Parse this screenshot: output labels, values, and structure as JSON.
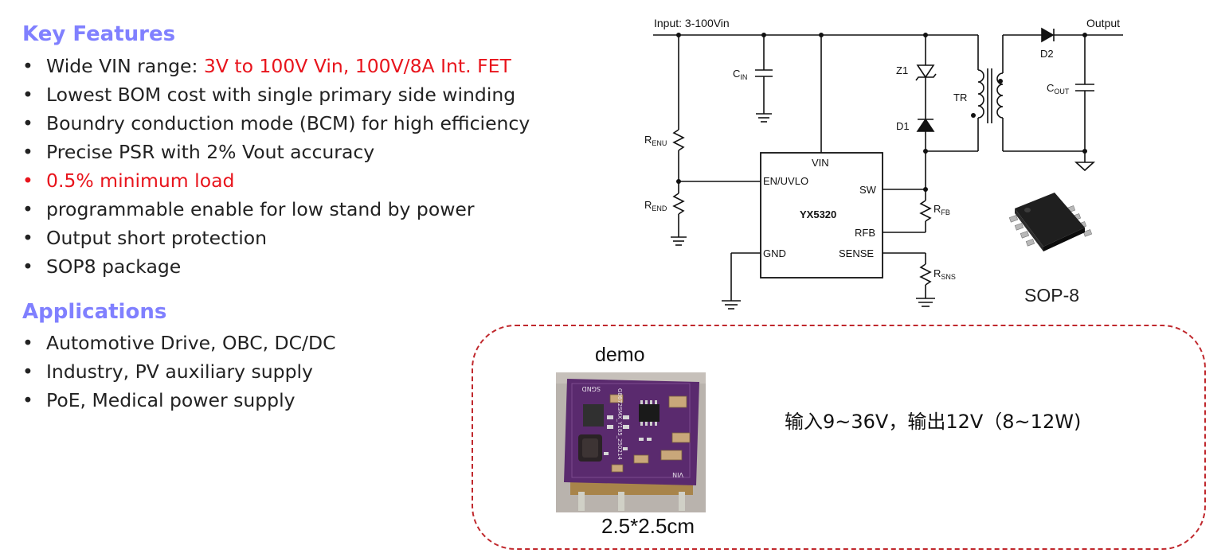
{
  "features": {
    "heading": "Key Features",
    "items": [
      {
        "prefix": "Wide VIN range: ",
        "highlight": "3V to 100V Vin, 100V/8A Int. FET"
      },
      {
        "prefix": "Lowest BOM cost with single primary side winding",
        "highlight": ""
      },
      {
        "prefix": "Boundry conduction mode (BCM) for high efficiency",
        "highlight": ""
      },
      {
        "prefix": "Precise PSR with 2% Vout accuracy",
        "highlight": ""
      },
      {
        "prefix": "",
        "highlight": "0.5% minimum load"
      },
      {
        "prefix": "programmable enable for low stand by power",
        "highlight": ""
      },
      {
        "prefix": "Output short protection",
        "highlight": ""
      },
      {
        "prefix": "SOP8 package",
        "highlight": ""
      }
    ]
  },
  "applications": {
    "heading": "Applications",
    "items": [
      "Automotive Drive, OBC, DC/DC",
      "Industry, PV auxiliary supply",
      "PoE, Medical power supply"
    ]
  },
  "bullet": "•",
  "schematic": {
    "input_label": "Input: 3-100Vin",
    "output_label": "Output",
    "chip_name": "YX5320",
    "pins": {
      "vin": "VIN",
      "en": "EN/UVLO",
      "sw": "SW",
      "rfb": "RFB",
      "gnd": "GND",
      "sense": "SENSE"
    },
    "cin": {
      "main": "C",
      "sub": "IN"
    },
    "cout": {
      "main": "C",
      "sub": "OUT"
    },
    "renu": {
      "main": "R",
      "sub": "ENU"
    },
    "rend": {
      "main": "R",
      "sub": "END"
    },
    "rfb": {
      "main": "R",
      "sub": "FB"
    },
    "rsns": {
      "main": "R",
      "sub": "SNS"
    },
    "z1": "Z1",
    "d1": "D1",
    "d2": "D2",
    "tr": "TR"
  },
  "package": {
    "label": "SOP-8"
  },
  "demo": {
    "title": "demo",
    "size": "2.5*2.5cm",
    "spec": "输入9~36V，输出12V（8~12W)",
    "pcb_silk": "G8672SMX_Y185_250214",
    "pcb_gnd": "SGND",
    "pcb_vin": "VIN"
  },
  "colors": {
    "heading": "#8080ff",
    "highlight": "#e8141c",
    "dashed_border": "#c0282d",
    "pcb": "#5a2a6e"
  }
}
